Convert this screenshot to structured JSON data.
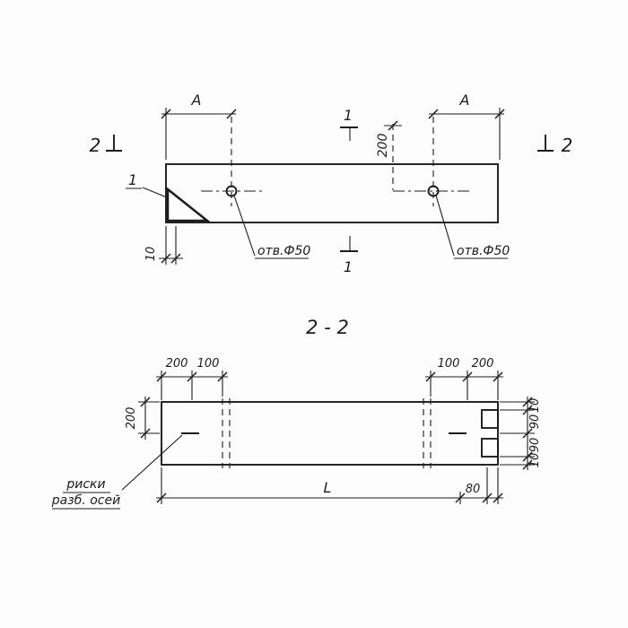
{
  "page": {
    "background": "#fdfdfd",
    "ink_color": "#1c1c1c"
  },
  "plan_view": {
    "detail_mark": "1",
    "section_mark_1_top": "1",
    "section_mark_1_bottom": "1",
    "section_mark_2_left": "2",
    "section_mark_2_right": "2",
    "dim_a_left": "A",
    "dim_a_right": "A",
    "dim_200": "200",
    "dim_10": "10",
    "hole_label_left": "отв.Ф50",
    "hole_label_right": "отв.Ф50"
  },
  "section_view": {
    "title": "2 - 2",
    "dim_200_top_left": "200",
    "dim_100_top_left": "100",
    "dim_100_top_right": "100",
    "dim_200_top_right": "200",
    "dim_height_200": "200",
    "dim_edge_10_top": "10",
    "dim_90_upper": "90",
    "dim_90_lower": "90",
    "dim_edge_10_bottom": "10",
    "dim_length": "L",
    "dim_80": "80",
    "axes_note_line1": "риски",
    "axes_note_line2": "разб. осей"
  }
}
